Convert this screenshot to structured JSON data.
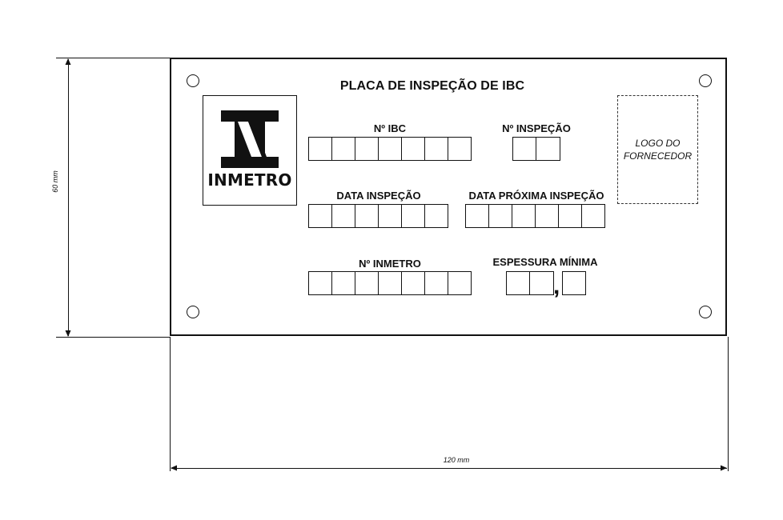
{
  "plate": {
    "title": "PLACA DE INSPEÇÃO DE IBC",
    "logo": {
      "brand": "INMETRO",
      "icon": "inmetro-logo-icon"
    },
    "supplier_logo": {
      "label": "LOGO DO\nFORNECEDOR"
    },
    "fields": {
      "ibc_number": {
        "label": "Nº IBC",
        "cells": 7
      },
      "inspection_number": {
        "label": "Nº INSPEÇÃO",
        "cells": 2
      },
      "inspection_date": {
        "label": "DATA INSPEÇÃO",
        "cells": 6
      },
      "next_inspection_date": {
        "label": "DATA PRÓXIMA INSPEÇÃO",
        "cells": 6
      },
      "inmetro_number": {
        "label": "Nº INMETRO",
        "cells": 7
      },
      "min_thickness": {
        "label": "ESPESSURA MÍNIMA",
        "cells_before_comma": 2,
        "comma": ",",
        "cells_after_comma": 1
      }
    }
  },
  "dimensions": {
    "height": "60 mm",
    "width": "120 mm"
  }
}
